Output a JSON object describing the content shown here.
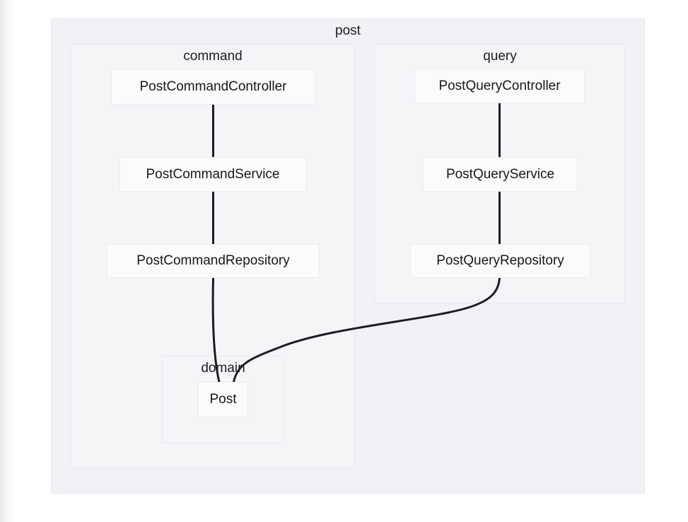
{
  "diagram": {
    "root_label": "post",
    "groups": [
      {
        "id": "command",
        "label": "command"
      },
      {
        "id": "query",
        "label": "query"
      },
      {
        "id": "domain",
        "label": "domain"
      }
    ],
    "nodes": [
      {
        "id": "postCommandController",
        "label": "PostCommandController",
        "group": "command"
      },
      {
        "id": "postCommandService",
        "label": "PostCommandService",
        "group": "command"
      },
      {
        "id": "postCommandRepository",
        "label": "PostCommandRepository",
        "group": "command"
      },
      {
        "id": "postQueryController",
        "label": "PostQueryController",
        "group": "query"
      },
      {
        "id": "postQueryService",
        "label": "PostQueryService",
        "group": "query"
      },
      {
        "id": "postQueryRepository",
        "label": "PostQueryRepository",
        "group": "query"
      },
      {
        "id": "post",
        "label": "Post",
        "group": "domain"
      }
    ],
    "edges": [
      {
        "from": "PostCommandController",
        "to": "PostCommandService"
      },
      {
        "from": "PostCommandService",
        "to": "PostCommandRepository"
      },
      {
        "from": "PostCommandRepository",
        "to": "Post"
      },
      {
        "from": "PostQueryController",
        "to": "PostQueryService"
      },
      {
        "from": "PostQueryService",
        "to": "PostQueryRepository"
      },
      {
        "from": "PostQueryRepository",
        "to": "Post"
      }
    ],
    "colors": {
      "page_background": "#ffffff",
      "outer_group_fill": "#f1f2f5",
      "group_fill": "#f4f5f7",
      "group_border": "#e8eaed",
      "node_fill": "#fbfbfc",
      "node_border": "#ebedf0",
      "edge_stroke": "#1c1d20",
      "text": "#1b1d21"
    }
  }
}
